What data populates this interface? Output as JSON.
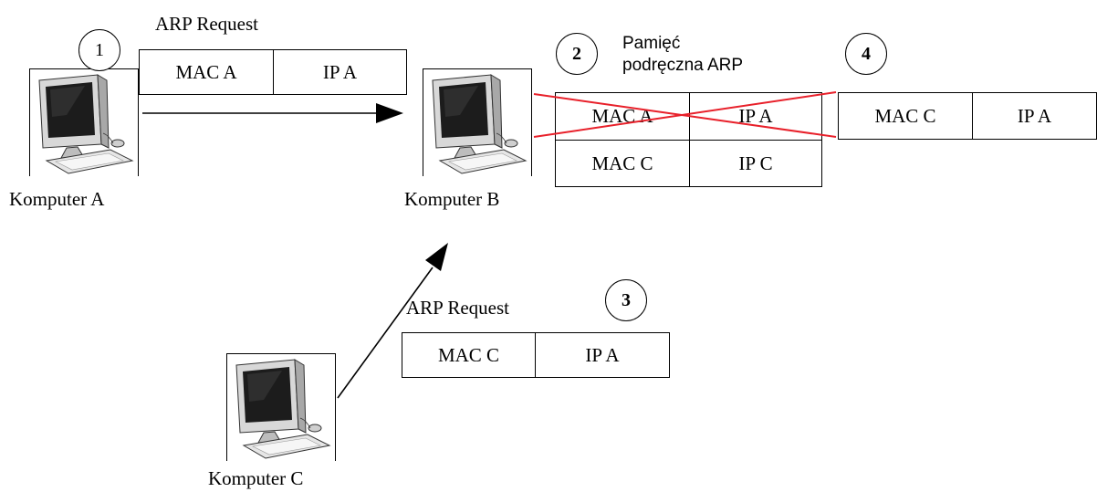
{
  "computers": {
    "a": {
      "label": "Komputer A"
    },
    "b": {
      "label": "Komputer B"
    },
    "c": {
      "label": "Komputer C"
    }
  },
  "steps": {
    "s1": "1",
    "s2": "2",
    "s3": "3",
    "s4": "4"
  },
  "request1": {
    "title": "ARP Request",
    "mac": "MAC A",
    "ip": "IP A"
  },
  "request3": {
    "title": "ARP Request",
    "mac": "MAC C",
    "ip": "IP A"
  },
  "cache": {
    "title_line1": "Pamięć",
    "title_line2": "podręczna ARP",
    "rows": [
      {
        "mac": "MAC A",
        "ip": "IP A",
        "crossed_out": true
      },
      {
        "mac": "MAC C",
        "ip": "IP C",
        "crossed_out": false
      }
    ],
    "cross_color": "#e8202a"
  },
  "entry4": {
    "mac": "MAC C",
    "ip": "IP A"
  }
}
